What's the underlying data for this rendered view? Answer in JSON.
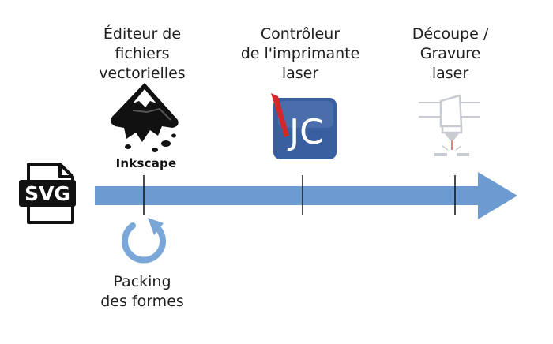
{
  "nodes": {
    "file": {
      "badge": "SVG"
    },
    "editor": {
      "label": "Éditeur de\nfichiers\nvectorielles",
      "logo_text": "Inkscape",
      "icon": "inkscape-logo-icon"
    },
    "controller": {
      "label": "Contrôleur\nde l'imprimante\nlaser",
      "logo_text": "JC",
      "icon": "jc-logo-icon"
    },
    "cut": {
      "label": "Découpe /\nGravure\nlaser",
      "icon": "laser-head-icon"
    },
    "packing": {
      "label": "Packing\ndes formes",
      "icon": "cycle-arrow-icon"
    }
  },
  "colors": {
    "arrow": "#6b9bd0",
    "cycle": "#7aa7d8",
    "jc_bg": "#3a5fa0",
    "jc_red": "#d0282b",
    "laser_gray": "#c8ccd0"
  }
}
